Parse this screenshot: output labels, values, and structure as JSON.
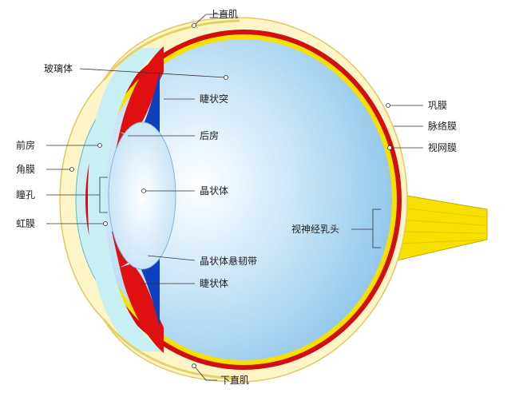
{
  "labels": {
    "superior_rectus": "上直肌",
    "vitreous": "玻璃体",
    "ciliary_process": "睫状突",
    "posterior_chamber": "后房",
    "lens": "晶状体",
    "zonule": "晶状体悬韧带",
    "ciliary_body": "睫状体",
    "anterior_chamber": "前房",
    "cornea": "角膜",
    "pupil": "瞳孔",
    "iris": "虹膜",
    "sclera": "巩膜",
    "choroid": "脉络膜",
    "retina": "视网膜",
    "optic_disc": "视神经乳头",
    "inferior_rectus": "下直肌"
  },
  "colors": {
    "sclera": "#fdf5c8",
    "retina": "#f5e000",
    "choroid": "#d01010",
    "vitreous": "#a8d4f0",
    "iris": "#e01010",
    "cornea": "#c8f0f4"
  }
}
